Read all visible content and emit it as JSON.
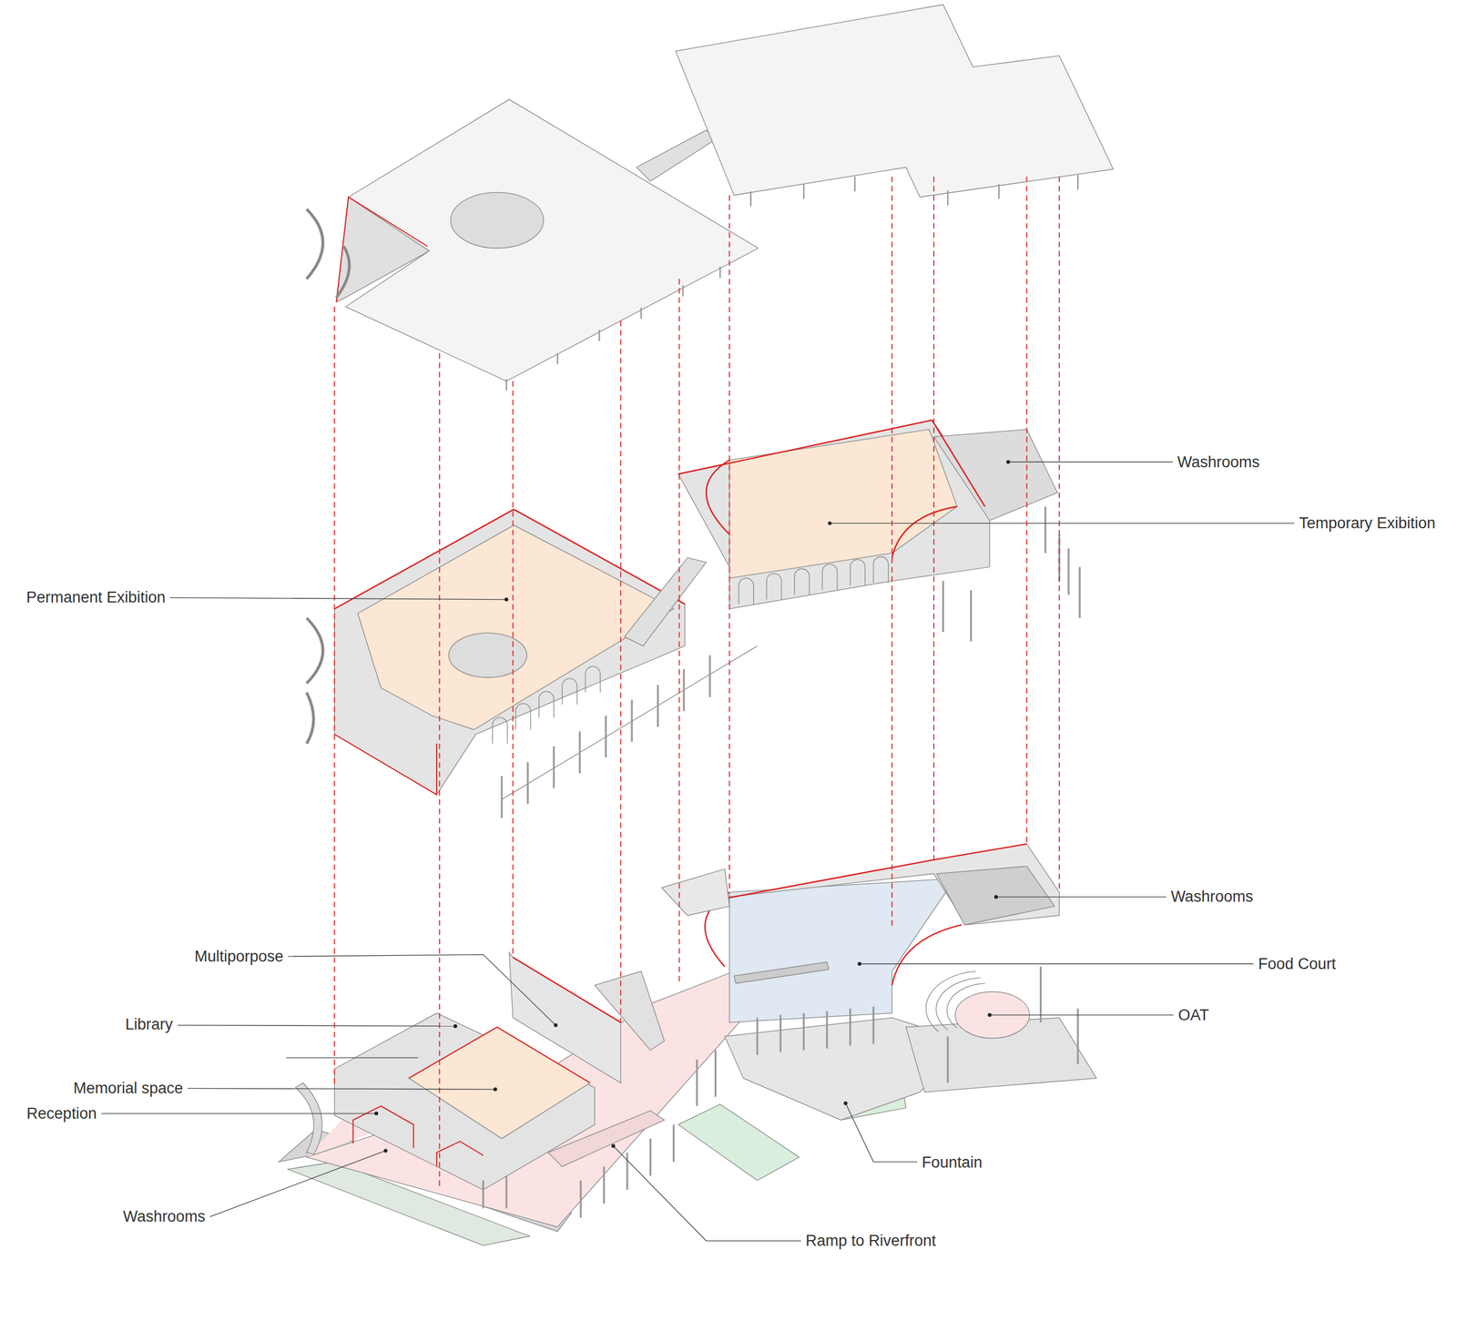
{
  "diagram": {
    "labels": [
      "Washrooms",
      "Temporary Exibition",
      "Permanent Exibition",
      "Washrooms",
      "Multiporpose",
      "Food Court",
      "OAT",
      "Library",
      "Memorial space",
      "Reception",
      "Fountain",
      "Washrooms",
      "Ramp to Riverfront"
    ]
  }
}
